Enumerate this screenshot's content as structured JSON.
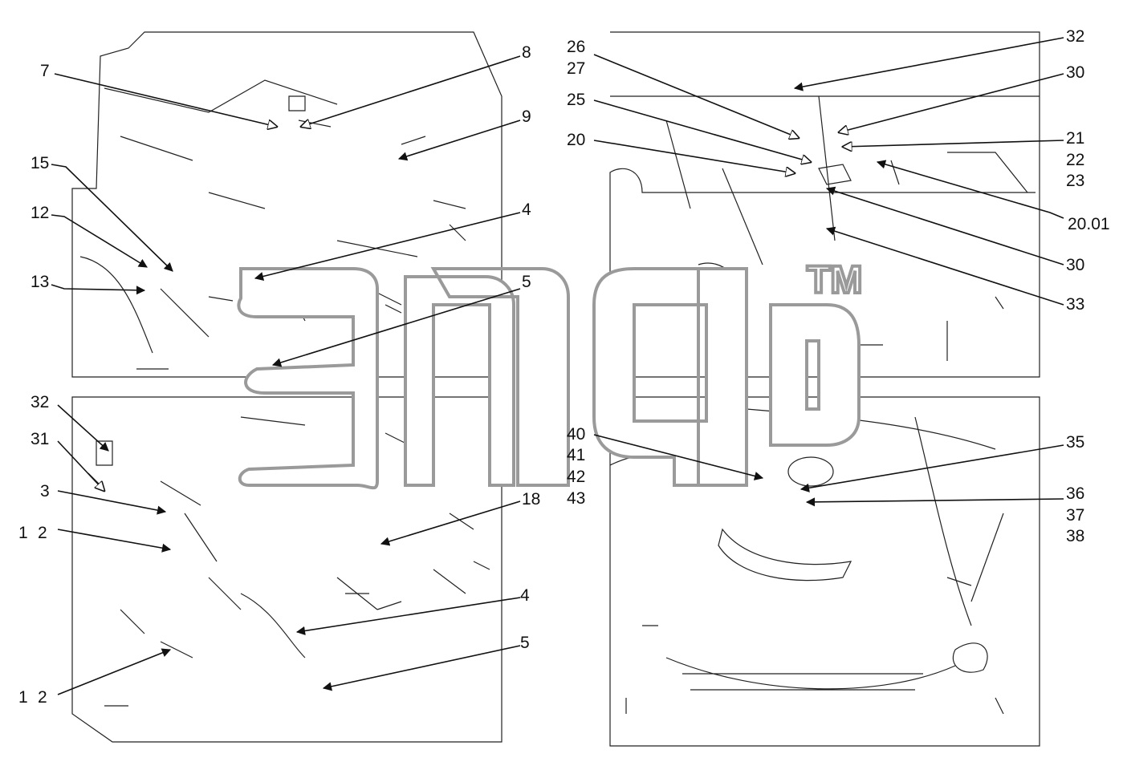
{
  "diagram": {
    "watermark_mark": "TM",
    "panels": [
      {
        "name": "top-left",
        "labels": [
          "7",
          "8",
          "9",
          "15",
          "12",
          "13",
          "4",
          "5"
        ]
      },
      {
        "name": "top-right",
        "labels": [
          "26",
          "27",
          "25",
          "20",
          "32",
          "30",
          "21",
          "22",
          "23",
          "20.01",
          "30",
          "33"
        ]
      },
      {
        "name": "bottom-left",
        "labels": [
          "32",
          "31",
          "3",
          "1",
          "2",
          "18",
          "4",
          "5",
          "1",
          "2"
        ]
      },
      {
        "name": "bottom-right",
        "labels": [
          "40",
          "41",
          "42",
          "43",
          "35",
          "36",
          "37",
          "38"
        ]
      }
    ]
  }
}
